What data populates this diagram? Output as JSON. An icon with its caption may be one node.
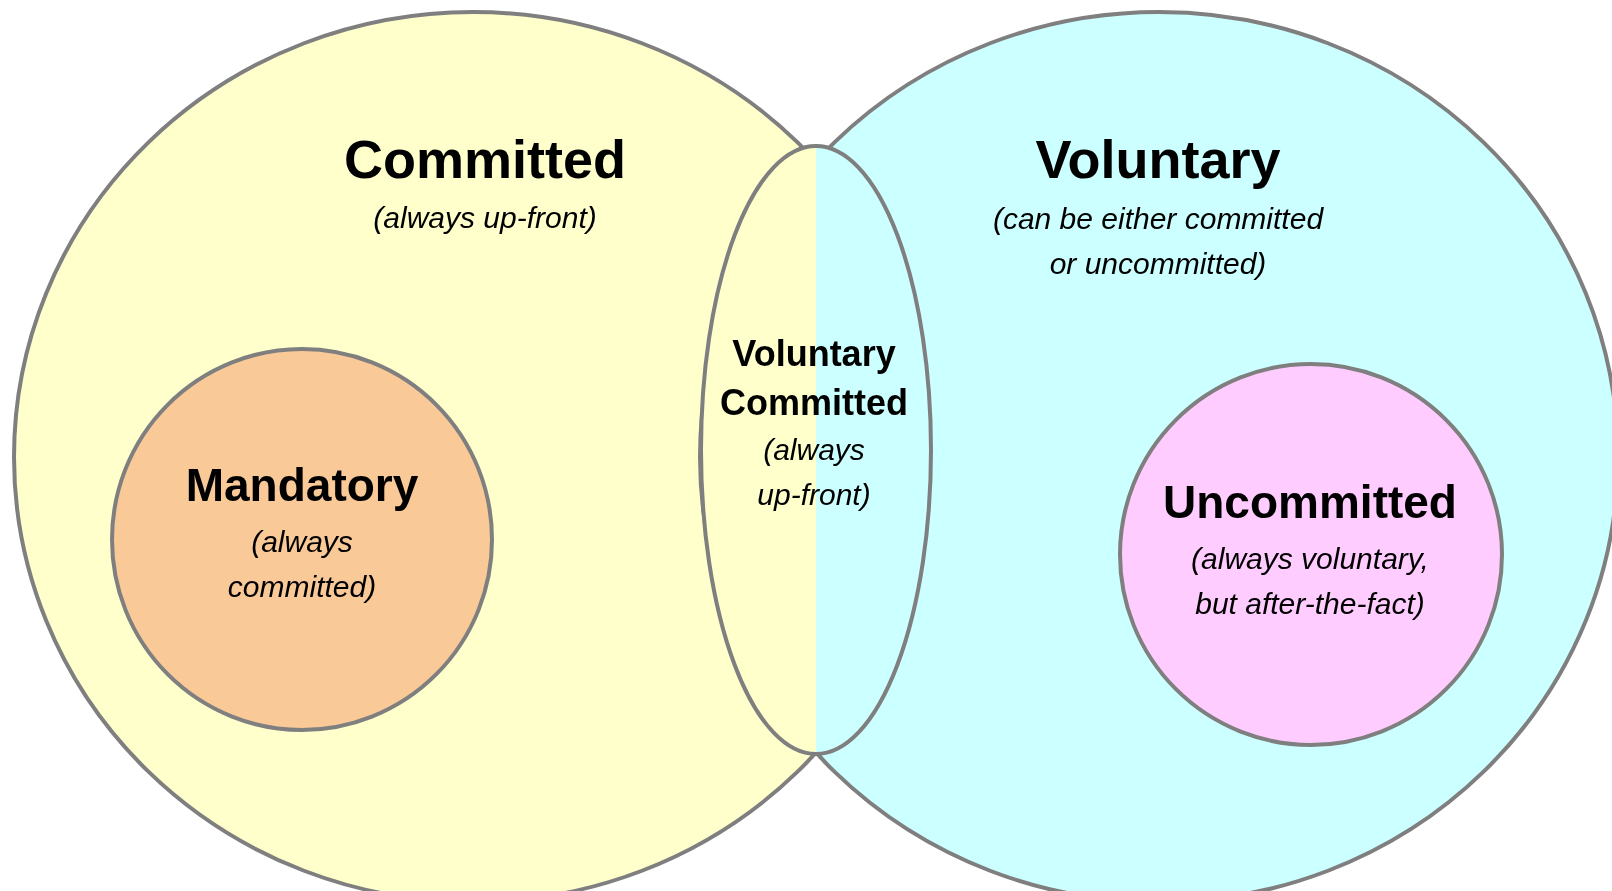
{
  "diagram": {
    "nodes": [
      {
        "text": [
          "Committed",
          "(always up-front)"
        ]
      },
      {
        "text": [
          "Voluntary Committed",
          "(always up-front)"
        ]
      },
      {
        "text": [
          "Voluntary",
          "(can be either committed or uncommitted)"
        ]
      },
      {
        "text": [
          "Mandatory",
          "(always committed)"
        ],
        "in": 0
      },
      {
        "text": [
          "Uncommitted",
          "(always voluntary, but after-the-fact)"
        ],
        "in": 2
      }
    ]
  }
}
